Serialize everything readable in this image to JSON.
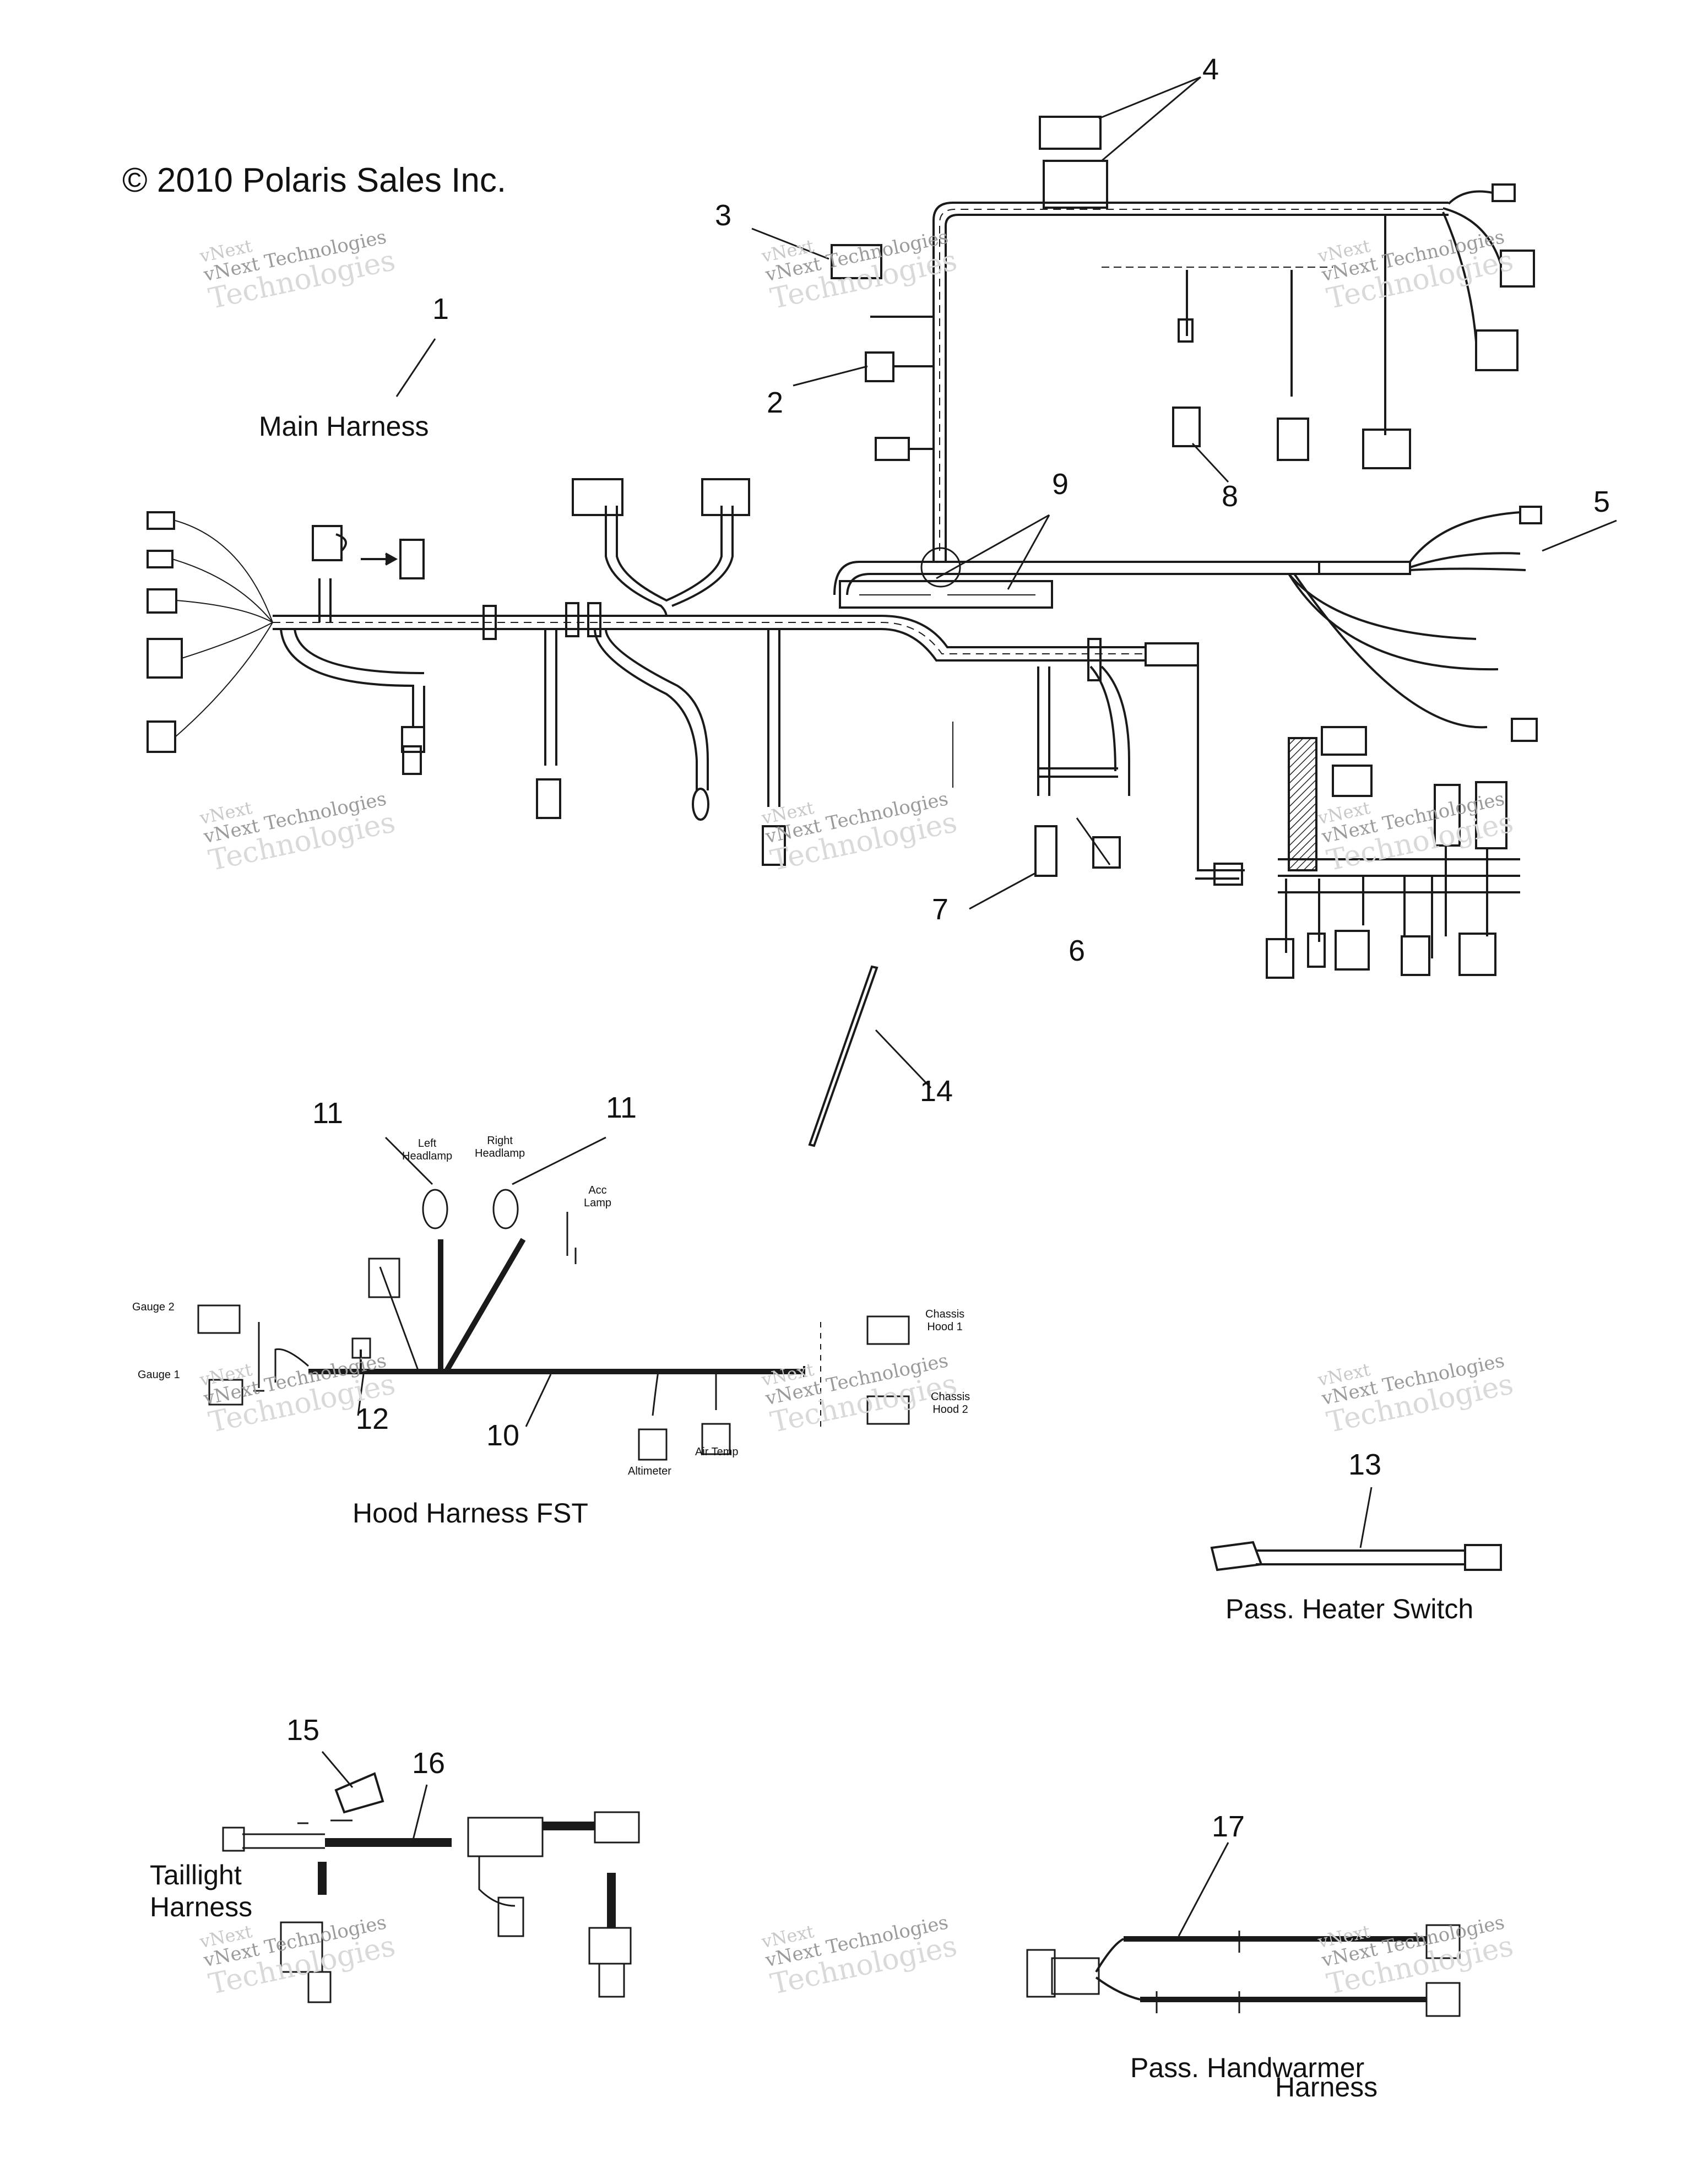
{
  "copyright": "© 2010 Polaris Sales Inc.",
  "watermark": {
    "line1": "vNext",
    "line2": "vNext Technologies",
    "line3": "Technologies"
  },
  "callouts": {
    "c1": "1",
    "c2": "2",
    "c3": "3",
    "c4": "4",
    "c5": "5",
    "c6": "6",
    "c7": "7",
    "c8": "8",
    "c9": "9",
    "c10": "10",
    "c11a": "11",
    "c11b": "11",
    "c12": "12",
    "c13": "13",
    "c14": "14",
    "c15": "15",
    "c16": "16",
    "c17": "17"
  },
  "captions": {
    "main_harness": "Main Harness",
    "hood_harness": "Hood Harness FST",
    "heater_switch": "Pass. Heater Switch",
    "taillight_line1": "Taillight",
    "taillight_line2": "Harness",
    "handwarmer_line1": "Pass. Handwarmer",
    "handwarmer_line2": "Harness"
  },
  "hood_labels": {
    "left_headlamp": "Left\nHeadlamp",
    "right_headlamp": "Right\nHeadlamp",
    "acc_lamp": "Acc\nLamp",
    "gauge2": "Gauge 2",
    "gauge1": "Gauge 1",
    "chassis_hood1": "Chassis\nHood 1",
    "chassis_hood2": "Chassis\nHood 2",
    "altimeter": "Altimeter",
    "air_temp": "Air Temp"
  },
  "colors": {
    "line": "#1a1a1a",
    "background": "#ffffff",
    "watermark": "#c8c8c8"
  }
}
